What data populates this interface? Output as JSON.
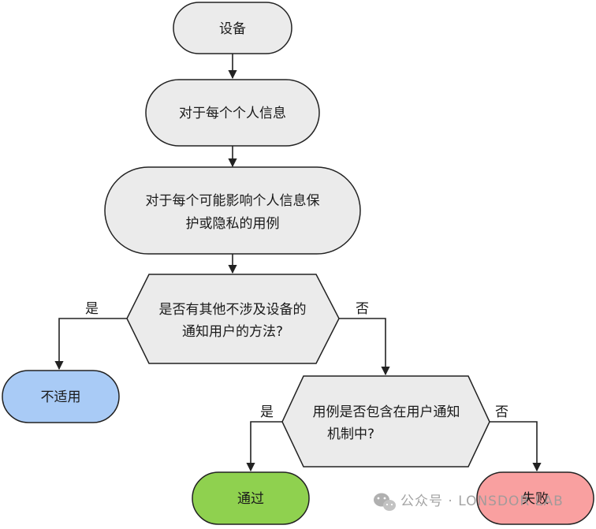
{
  "nodes": {
    "device": {
      "label": "设备",
      "fill": "#ebebeb"
    },
    "for_each_info": {
      "label": "对于每个个人信息",
      "fill": "#ebebeb"
    },
    "for_each_usecase": {
      "line1": "对于每个可能影响个人信息保",
      "line2": "护或隐私的用例",
      "fill": "#ebebeb"
    },
    "decision_other_method": {
      "line1": "是否有其他不涉及设备的",
      "line2": "通知用户的方法?",
      "fill": "#ebebeb"
    },
    "not_applicable": {
      "label": "不适用",
      "fill": "#a9cbf6"
    },
    "decision_included": {
      "line1": "用例是否包含在用户通知",
      "line2": "机制中?",
      "fill": "#ebebeb"
    },
    "pass": {
      "label": "通过",
      "fill": "#8fd14f"
    },
    "fail": {
      "label": "失败",
      "fill": "#f9a0a0"
    }
  },
  "edges": {
    "yes_1": "是",
    "no_1": "否",
    "yes_2": "是",
    "no_2": "否"
  },
  "watermark": {
    "text": "公众号 · LONSDOR LAB",
    "icon": "wechat-icon"
  },
  "colors": {
    "stroke": "#222222",
    "line": "#222222"
  }
}
